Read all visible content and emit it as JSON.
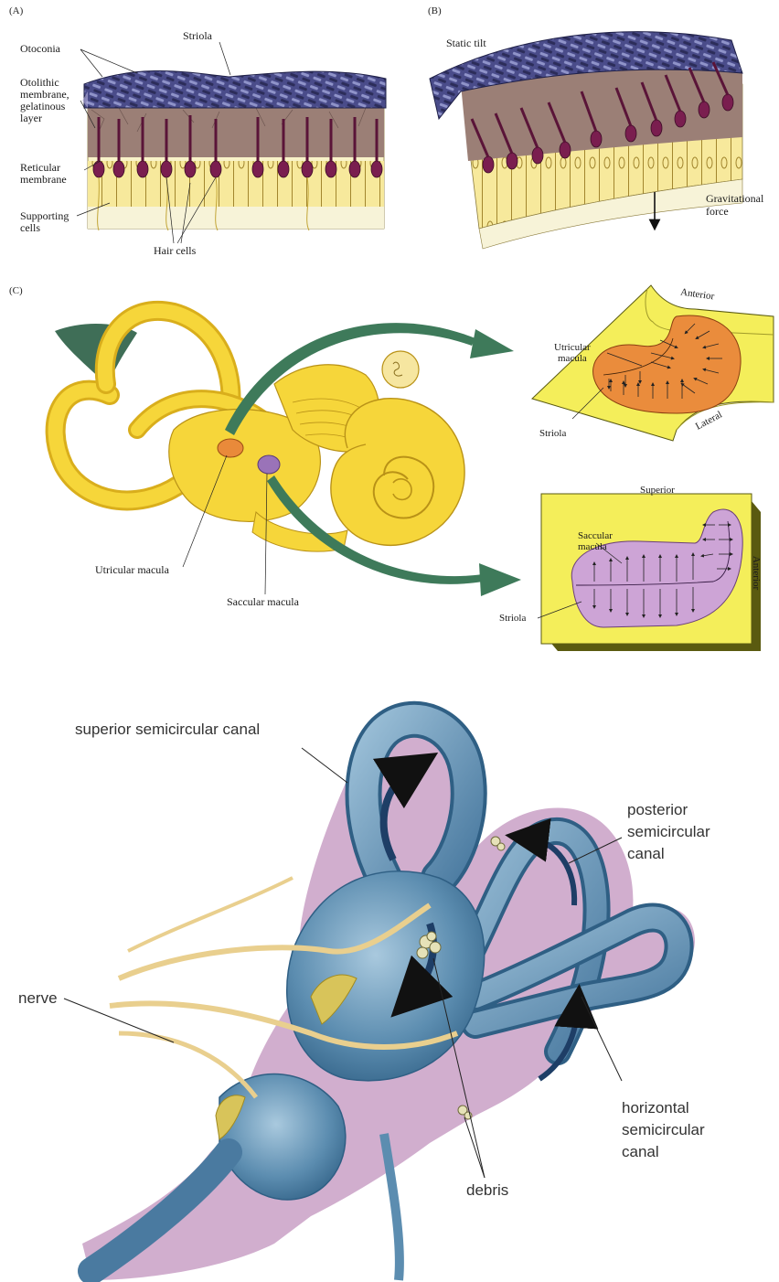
{
  "panelA": {
    "tag": "(A)",
    "labels": {
      "striola": "Striola",
      "otoconia": "Otoconia",
      "otolithic1": "Otolithic",
      "otolithic2": "membrane,",
      "otolithic3": "gelatinous",
      "otolithic4": "layer",
      "reticular1": "Reticular",
      "reticular2": "membrane",
      "supporting1": "Supporting",
      "supporting2": "cells",
      "hair_cells": "Hair cells"
    }
  },
  "panelB": {
    "tag": "(B)",
    "labels": {
      "static_tilt": "Static tilt",
      "gravitational1": "Gravitational",
      "gravitational2": "force"
    }
  },
  "panelC": {
    "tag": "(C)",
    "labels": {
      "utricular_macula": "Utricular macula",
      "saccular_macula": "Saccular macula",
      "utric_inset1": "Utricular",
      "utric_inset2": "macula",
      "striola_top": "Striola",
      "anterior_top": "Anterior",
      "lateral": "Lateral",
      "superior": "Superior",
      "sacc_inset1": "Saccular",
      "sacc_inset2": "macula",
      "anterior_side": "Anterior",
      "striola_bottom": "Striola"
    }
  },
  "bottom": {
    "labels": {
      "superior_canal": "superior semicircular canal",
      "posterior1": "posterior",
      "posterior2": "semicircular",
      "posterior3": "canal",
      "nerve": "nerve",
      "horizontal1": "horizontal",
      "horizontal2": "semicircular",
      "horizontal3": "canal",
      "debris": "debris"
    }
  },
  "colors": {
    "otoconia": "#3b3d78",
    "gel": "#9a7e74",
    "hair_cell": "#7a1e4f",
    "support": "#f6e48e",
    "ear_yellow": "#f6d63a",
    "utricle_orange": "#e98a3a",
    "saccule_purple": "#c69bd3",
    "inset_yellow": "#f4ee5a",
    "canal_blue": "#5c8db0",
    "membrane_pink": "#c9a0c6",
    "green_arrow": "#3e7a5a",
    "nerve_tan": "#e9cf8e"
  }
}
